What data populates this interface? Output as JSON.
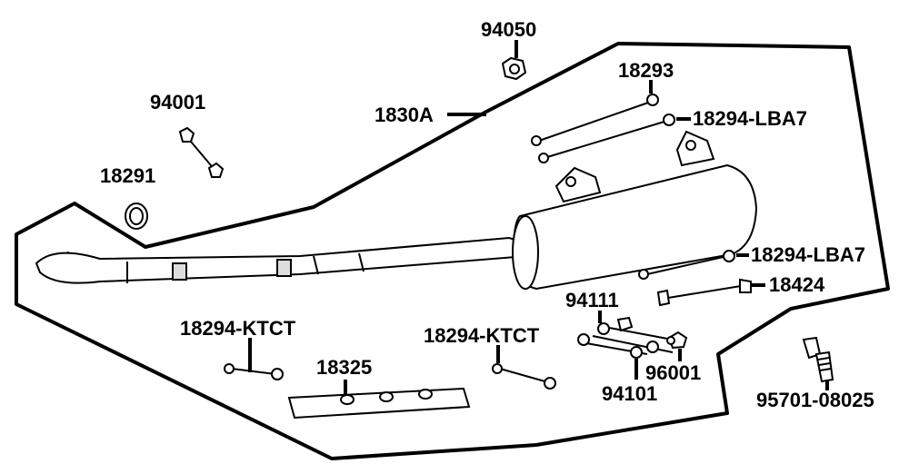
{
  "labels": {
    "p94050": "94050",
    "p18293": "18293",
    "p1830A": "1830A",
    "p18294_LBA7_top": "18294-LBA7",
    "p94001": "94001",
    "p18291": "18291",
    "p18294_LBA7_mid": "18294-LBA7",
    "p18424": "18424",
    "p94111": "94111",
    "p18294_KTCT_left": "18294-KTCT",
    "p18294_KTCT_mid": "18294-KTCT",
    "p18325": "18325",
    "p96001": "96001",
    "p94101": "94101",
    "p95701_08025": "95701-08025"
  }
}
